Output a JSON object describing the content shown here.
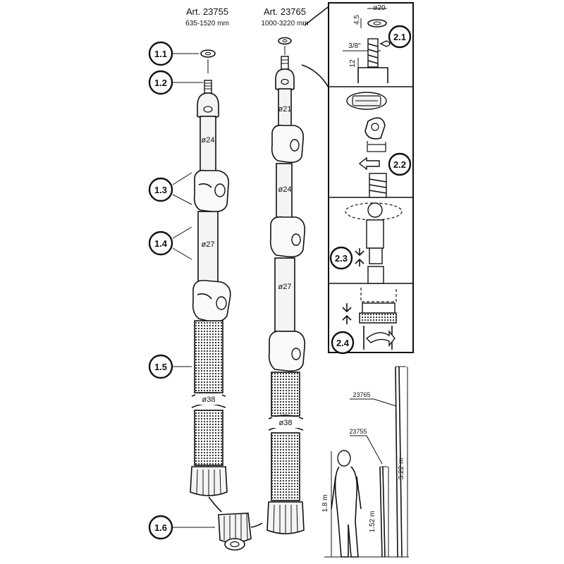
{
  "models": [
    {
      "art": "Art. 23755",
      "range": "635-1520 mm"
    },
    {
      "art": "Art. 23765",
      "range": "1000-3220 mm"
    }
  ],
  "left_callouts": [
    "1.1",
    "1.2",
    "1.3",
    "1.4",
    "1.5",
    "1.6"
  ],
  "diameters": {
    "left": [
      "ø24",
      "ø27",
      "ø38"
    ],
    "right": [
      "ø21",
      "ø24",
      "ø27",
      "ø38"
    ]
  },
  "steps": [
    "2.1",
    "2.2",
    "2.3",
    "2.4"
  ],
  "step_dims": {
    "height": "4.5",
    "diameter": "ø20",
    "thread": "3/8\"",
    "length": "12"
  },
  "comparison": {
    "label_long": "23765",
    "label_short": "23755",
    "person_height": "1.8 m",
    "short_height": "1.52 m",
    "long_height": "3.22 m"
  }
}
